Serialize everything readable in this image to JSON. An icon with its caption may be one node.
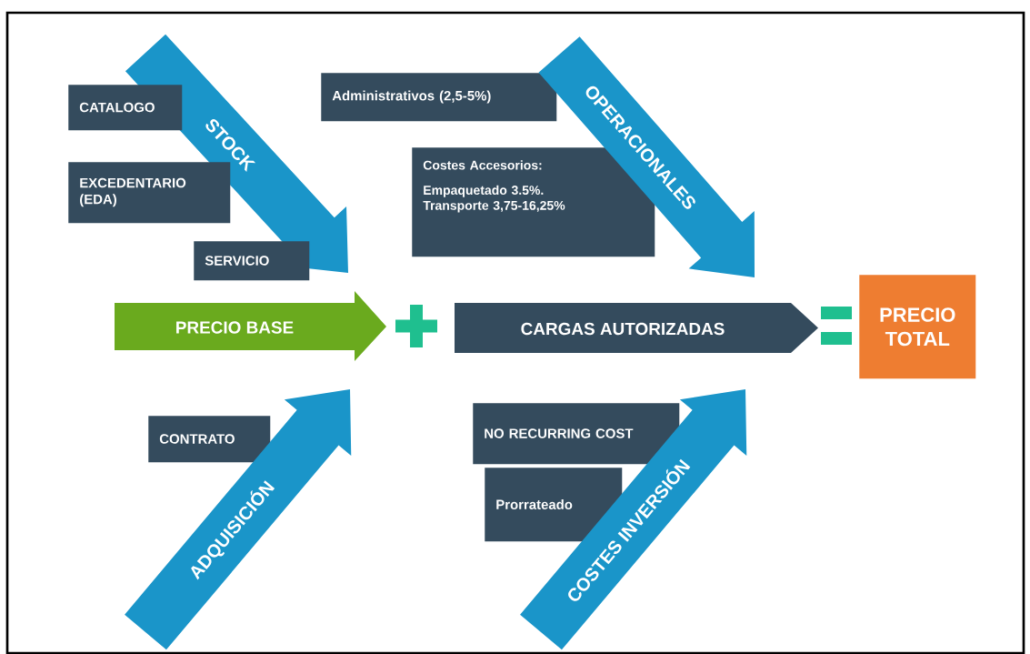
{
  "diagram": {
    "nodes": [
      {
        "text": [
          "STOCK"
        ]
      },
      {
        "text": [
          "CATALOGO"
        ]
      },
      {
        "text": [
          "EXCEDENTARIO (EDA)"
        ]
      },
      {
        "text": [
          "SERVICIO"
        ]
      },
      {
        "text": [
          "Administrativos (2,5-5%)"
        ]
      },
      {
        "text": [
          "OPERACIONALES"
        ]
      },
      {
        "text": [
          "Costes Accesorios:",
          "Empaquetado 3.5%. Transporte 3,75-16,25%"
        ]
      },
      {
        "text": [
          "PRECIO BASE"
        ]
      },
      {
        "text": [
          "CARGAS AUTORIZADAS"
        ]
      },
      {
        "text": [
          "PRECIO TOTAL"
        ]
      },
      {
        "text": [
          "CONTRATO"
        ]
      },
      {
        "text": [
          "ADQUISICIÓN"
        ]
      },
      {
        "text": [
          "NO RECURRING COST"
        ]
      },
      {
        "text": [
          "Prorrateado"
        ]
      },
      {
        "text": [
          "COSTES INVERSIÓN"
        ]
      }
    ]
  }
}
